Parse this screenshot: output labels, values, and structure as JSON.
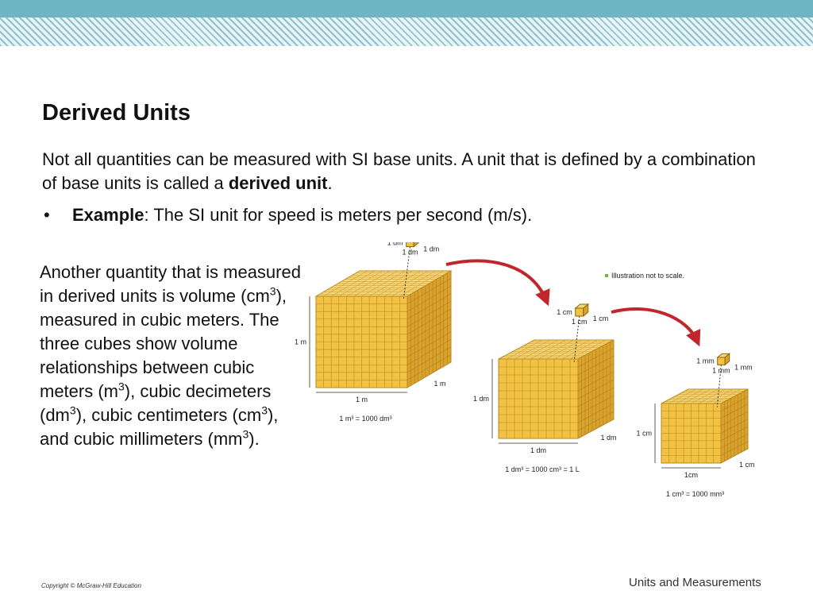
{
  "title": "Derived Units",
  "intro": {
    "part1": "Not all quantities can be measured with SI base units. A unit that is defined by a combination of base units is called a ",
    "bold": "derived unit",
    "part2": "."
  },
  "bullet": {
    "marker": "•",
    "bold": "Example",
    "text": ": The SI unit for speed is meters per second (m/s)."
  },
  "side_text": {
    "t1": "Another quantity that is measured in derived units is volume (cm",
    "s1": "3",
    "t2": "), measured in cubic meters. The three cubes show volume relationships between cubic meters (m",
    "s2": "3",
    "t3": "), cubic decimeters (dm",
    "s3": "3",
    "t4": "), cubic centimeters (cm",
    "s4": "3",
    "t5": "), and cubic millimeters (mm",
    "s5": "3",
    "t6": ")."
  },
  "figure": {
    "note": "Illustration not to scale.",
    "note_color": "#7cb342",
    "cube_color": "#f2c244",
    "arrow_color": "#c0272d",
    "cube1": {
      "edge": "1 m",
      "small": "1 dm",
      "caption": "1 m³ = 1000 dm³"
    },
    "cube2": {
      "edge": "1 dm",
      "small": "1 cm",
      "caption": "1 dm³ = 1000 cm³ = 1 L"
    },
    "cube3": {
      "edge": "1 cm",
      "small": "1 mm",
      "caption": "1 cm³ = 1000 mm³",
      "edge_alt": "1cm"
    }
  },
  "footer": {
    "copyright": "Copyright © McGraw-Hill Education",
    "section": "Units and Measurements"
  }
}
